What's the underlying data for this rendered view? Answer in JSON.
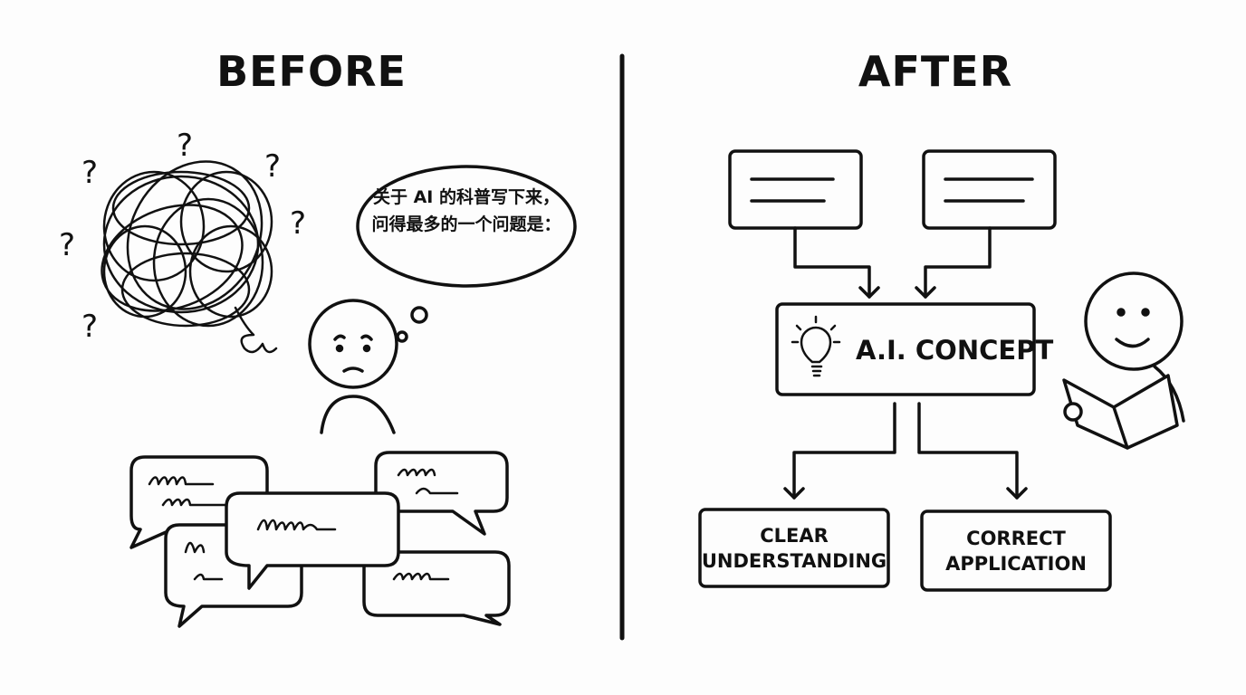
{
  "before": {
    "title": "BEFORE",
    "thought_text": "关于 AI 的科普写下来，问得最多的一个问题是："
  },
  "after": {
    "title": "AFTER",
    "concept_label": "A.I. CONCEPT",
    "outcomes": [
      {
        "line1": "CLEAR",
        "line2": "UNDERSTANDING"
      },
      {
        "line1": "CORRECT",
        "line2": "APPLICATION"
      }
    ]
  }
}
